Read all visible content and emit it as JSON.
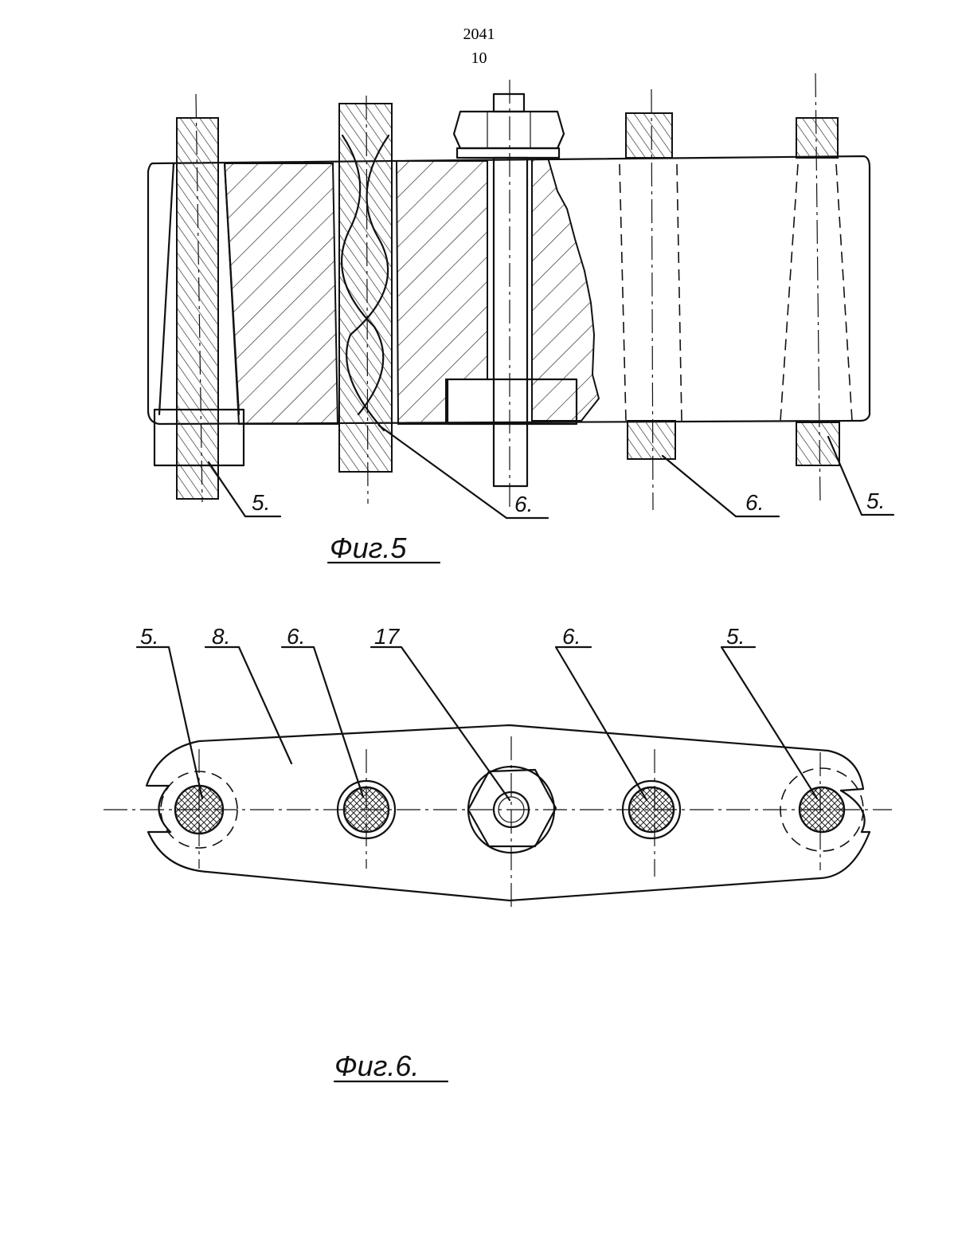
{
  "header": {
    "document_number": "2041",
    "page_number": "10"
  },
  "figure5": {
    "caption": "Фиг.5",
    "labels": [
      "5.",
      "6.",
      "6.",
      "5."
    ]
  },
  "figure6": {
    "caption": "Фиг.6.",
    "labels": [
      "5.",
      "8.",
      "6.",
      "17",
      "6.",
      "5."
    ]
  }
}
